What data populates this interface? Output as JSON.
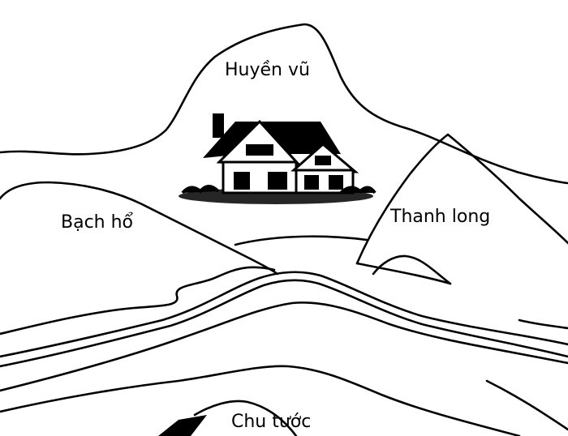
{
  "labels": {
    "north": "Huyền vũ",
    "west": "Bạch hổ",
    "east": "Thanh long",
    "south": "Chu tước"
  },
  "colors": {
    "line": "#000000",
    "background": "#ffffff"
  }
}
